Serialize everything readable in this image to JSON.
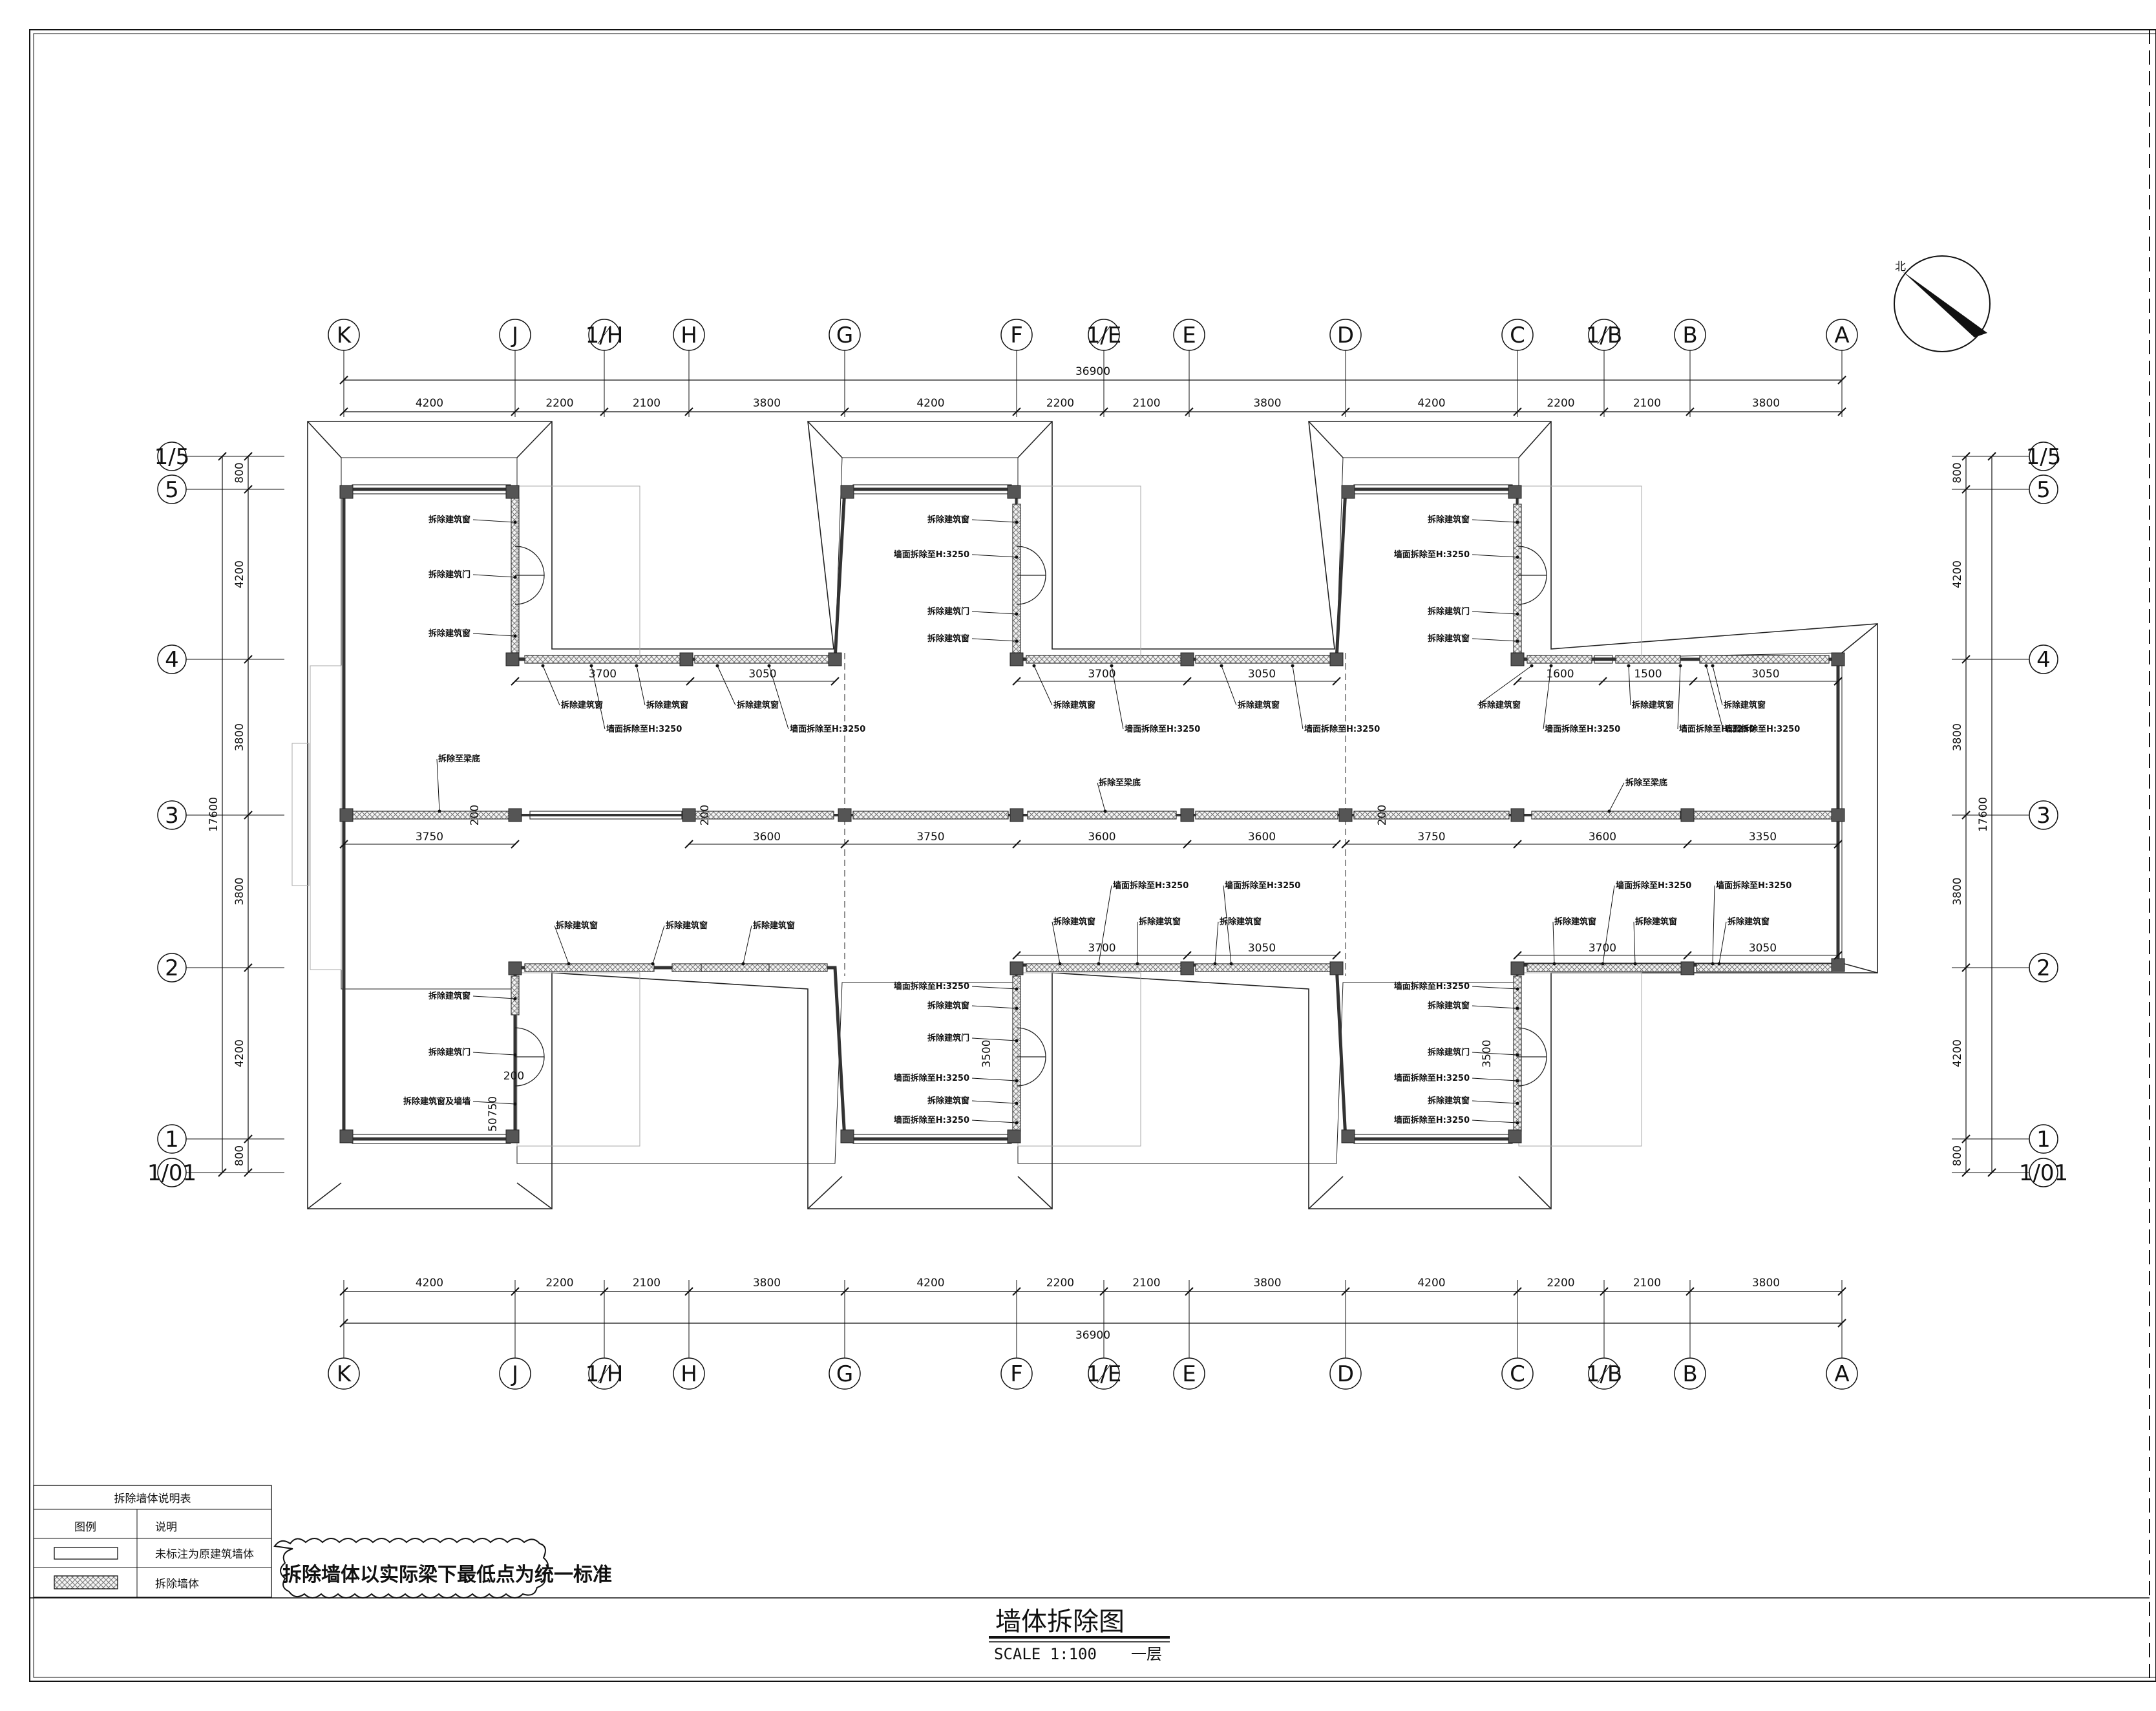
{
  "axes_top": [
    "K",
    "J",
    "1/H",
    "H",
    "G",
    "F",
    "1/E",
    "E",
    "D",
    "C",
    "1/B",
    "B",
    "A"
  ],
  "axes_side": [
    "1/5",
    "5",
    "4",
    "3",
    "2",
    "1",
    "1/01"
  ],
  "dims_h": [
    "4200",
    "2200",
    "2100",
    "3800",
    "4200",
    "2200",
    "2100",
    "3800",
    "4200",
    "2200",
    "2100",
    "3800"
  ],
  "dim_total": "36900",
  "dims_v": [
    "800",
    "4200",
    "3800",
    "3800",
    "4200",
    "800"
  ],
  "dim_total_v": "17600",
  "inner_dims_upper": [
    "3700",
    "3050",
    "3700",
    "3050",
    "1600",
    "1500",
    "3050"
  ],
  "inner_dims_mid": [
    "3750",
    "3600",
    "3750",
    "3600",
    "3600",
    "3750",
    "3600",
    "3350"
  ],
  "inner_dims_lower": [
    "3700",
    "3050",
    "3700",
    "3050"
  ],
  "small_dims": [
    "200",
    "200",
    "200",
    "200",
    "3500",
    "3500",
    "50",
    "750"
  ],
  "labels": {
    "window": "拆除建筑窗",
    "door": "拆除建筑门",
    "wall": "墙面拆除至H:3250",
    "beam": "拆除至梁底",
    "window_wall": "拆除建筑窗及墙墙"
  },
  "legend": {
    "title": "拆除墙体说明表",
    "col1": "图例",
    "col2": "说明",
    "row1": "未标注为原建筑墙体",
    "row2": "拆除墙体"
  },
  "note": "拆除墙体以实际梁下最低点为统一标准",
  "title": "墙体拆除图",
  "scale": "SCALE 1:100",
  "floor": "一层",
  "north_label": "北"
}
